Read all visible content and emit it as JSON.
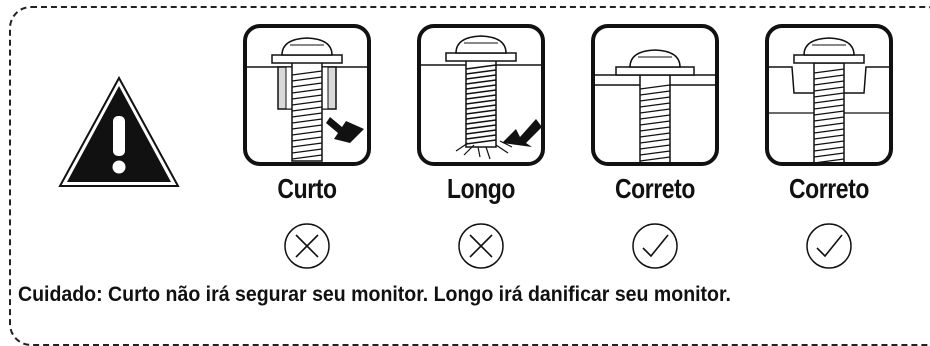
{
  "panels": [
    {
      "label": "Curto",
      "status": "incorrect",
      "status_icon": "x-circle-icon"
    },
    {
      "label": "Longo",
      "status": "incorrect",
      "status_icon": "x-circle-icon"
    },
    {
      "label": "Correto",
      "status": "correct",
      "status_icon": "check-circle-icon"
    },
    {
      "label": "Correto",
      "status": "correct",
      "status_icon": "check-circle-icon"
    }
  ],
  "caption": "Cuidado: Curto não irá segurar seu monitor. Longo irá danificar seu monitor.",
  "colors": {
    "ink": "#111111",
    "background": "#ffffff"
  },
  "icons": {
    "warning": "warning-triangle-icon"
  }
}
